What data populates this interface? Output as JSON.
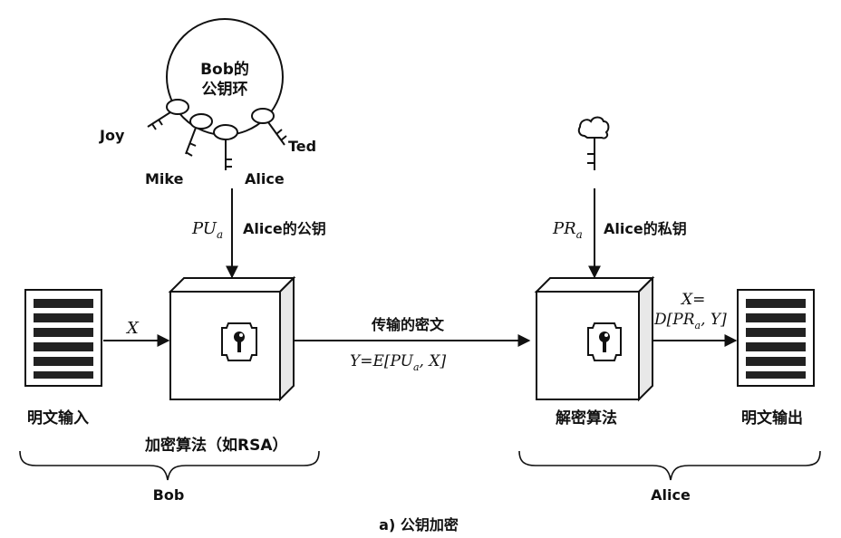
{
  "keyring": {
    "title_line1": "Bob的",
    "title_line2": "公钥环",
    "owners": [
      "Joy",
      "Mike",
      "Alice",
      "Ted"
    ]
  },
  "public_key": {
    "symbol": "PU",
    "subscript": "a",
    "label": "Alice的公钥"
  },
  "private_key": {
    "symbol": "PR",
    "subscript": "a",
    "label": "Alice的私钥"
  },
  "plaintext_input": {
    "var": "X",
    "label": "明文输入"
  },
  "encryption": {
    "label": "加密算法（如RSA）"
  },
  "transmission": {
    "label": "传输的密文",
    "eq_prefix": "Y=E[",
    "eq_key": "PU",
    "eq_sub": "a",
    "eq_suffix": ", X]"
  },
  "decryption": {
    "label": "解密算法"
  },
  "output": {
    "eq_line1": "X=",
    "eq_prefix": "D[",
    "eq_key": "PR",
    "eq_sub": "a",
    "eq_suffix": ", Y]",
    "label": "明文输出"
  },
  "parties": {
    "left": "Bob",
    "right": "Alice"
  },
  "caption": "a) 公钥加密"
}
